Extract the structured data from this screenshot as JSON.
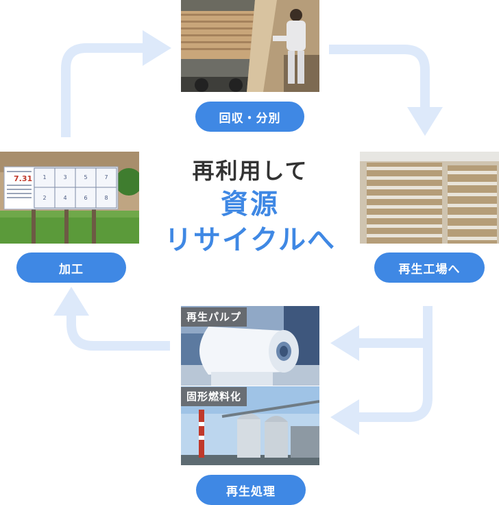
{
  "center": {
    "line1": "再利用して",
    "line2": "資源",
    "line3": "リサイクルへ"
  },
  "steps": {
    "collect": "回収・分別",
    "factory": "再生工場へ",
    "process": "再生処理",
    "manufacture": "加工"
  },
  "process_outputs": {
    "pulp": "再生パルプ",
    "fuel": "固形燃料化"
  },
  "board": {
    "numbers": [
      "1",
      "3",
      "5",
      "7",
      "2",
      "4",
      "6",
      "8"
    ],
    "date": "7.31"
  },
  "colors": {
    "accent": "#3f88e4",
    "arrow": "#dde9fa",
    "text": "#333333"
  }
}
